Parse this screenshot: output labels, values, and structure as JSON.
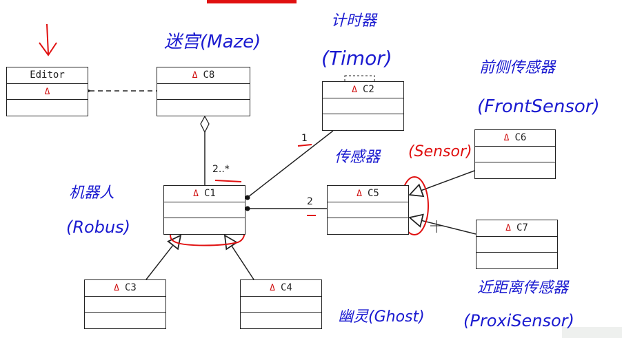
{
  "classes": {
    "editor": {
      "name": "Editor",
      "marker": "Δ"
    },
    "c8": {
      "name": "C8",
      "marker": "Δ"
    },
    "c2": {
      "name": "C2",
      "marker": "Δ"
    },
    "c6": {
      "name": "C6",
      "marker": "Δ"
    },
    "c1": {
      "name": "C1",
      "marker": "Δ"
    },
    "c5": {
      "name": "C5",
      "marker": "Δ"
    },
    "c7": {
      "name": "C7",
      "marker": "Δ"
    },
    "c3": {
      "name": "C3",
      "marker": "Δ"
    },
    "c4": {
      "name": "C4",
      "marker": "Δ"
    }
  },
  "multiplicities": {
    "c8_c1": "2..*",
    "c2_c1": "1",
    "c5_c1": "2"
  },
  "annotations": {
    "maze": "迷宫(Maze)",
    "timer": "计时器",
    "timer_en": "(Timor)",
    "front_sensor": "前侧传感器",
    "front_sensor_en": "(FrontSensor)",
    "sensor": "传感器",
    "sensor_en": "(Sensor)",
    "robot": "机器人",
    "robot_en": "(Robus)",
    "ghost": "幽灵(Ghost)",
    "proxi_sensor": "近距离传感器",
    "proxi_sensor_en": "(ProxiSensor)"
  },
  "colors": {
    "ink_blue": "#1a1ad0",
    "ink_red": "#e01010",
    "line": "#222222"
  }
}
